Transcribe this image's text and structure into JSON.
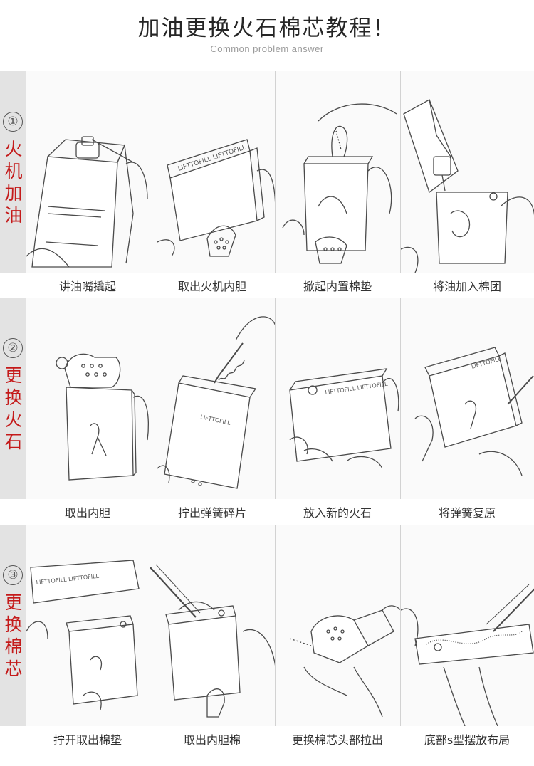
{
  "header": {
    "title": "加油更换火石棉芯教程！",
    "subtitle": "Common problem answer"
  },
  "sections": [
    {
      "number": "①",
      "label_chars": [
        "火",
        "机",
        "加",
        "油"
      ],
      "captions": [
        "讲油嘴撬起",
        "取出火机内胆",
        "掀起内置棉垫",
        "将油加入棉团"
      ]
    },
    {
      "number": "②",
      "label_chars": [
        "更",
        "换",
        "火",
        "石"
      ],
      "captions": [
        "取出内胆",
        "拧出弹簧碎片",
        "放入新的火石",
        "将弹簧复原"
      ]
    },
    {
      "number": "③",
      "label_chars": [
        "更",
        "换",
        "棉",
        "芯"
      ],
      "captions": [
        "拧开取出棉垫",
        "取出内胆棉",
        "更换棉芯头部拉出",
        "底部s型摆放布局"
      ]
    }
  ],
  "colors": {
    "accent_red": "#c41a1a",
    "side_bar_gray": "#e3e3e3",
    "sketch_line": "#4a4a4a"
  }
}
